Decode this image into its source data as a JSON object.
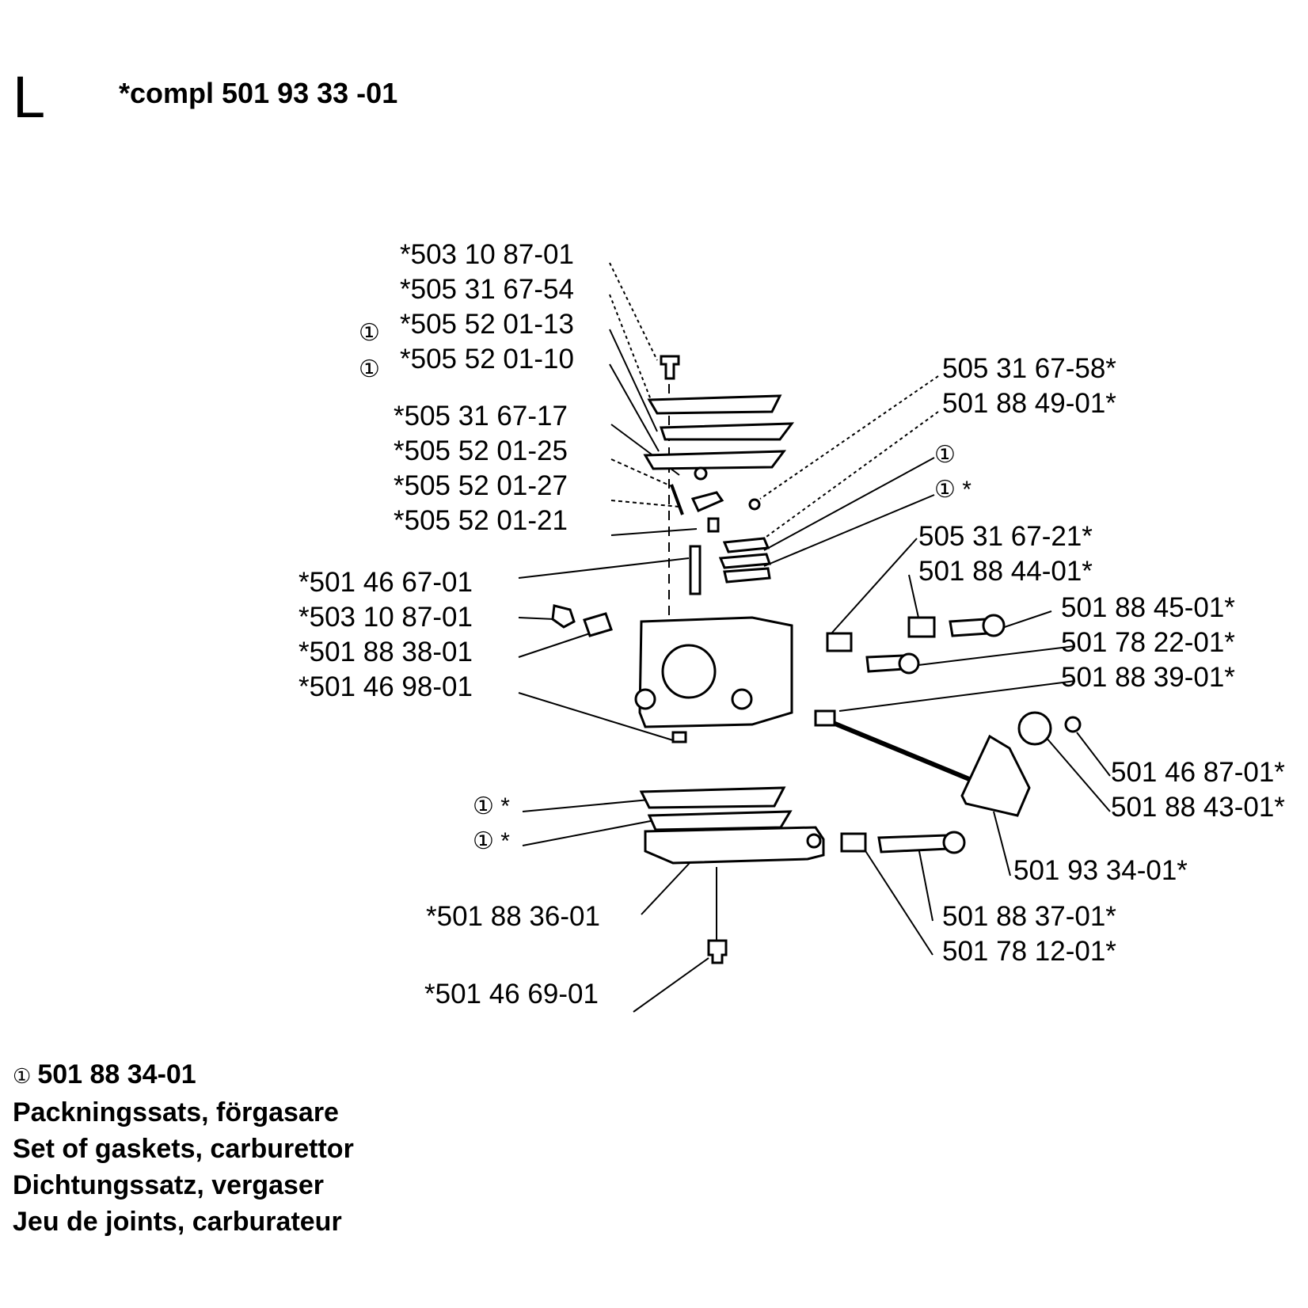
{
  "section": "L",
  "kit_header": "*compl 501 93 33 -01",
  "kit_marker": "①",
  "labels": {
    "p1": "*503 10 87-01",
    "p2": "*505 31 67-54",
    "p3": "*505 52 01-13",
    "p4": "*505 52 01-10",
    "p5": "*505 31 67-17",
    "p6": "*505 52 01-25",
    "p7": "*505 52 01-27",
    "p8": "*505 52 01-21",
    "p9": "*501 46 67-01",
    "p10": "*503 10 87-01",
    "p11": "*501 88 38-01",
    "p12": "*501 46 98-01",
    "p13": "*501 88 36-01",
    "p14": "*501 46 69-01",
    "r1": "505 31 67-58*",
    "r2": "501 88 49-01*",
    "r3": "505 31 67-21*",
    "r4": "501 88 44-01*",
    "r5": "501 88 45-01*",
    "r6": "501 78 22-01*",
    "r7": "501 88 39-01*",
    "r8": "501 46 87-01*",
    "r9": "501 88 43-01*",
    "r10": "501 93 34-01*",
    "r11": "501 88 37-01*",
    "r12": "501 78 12-01*"
  },
  "kit_marks": {
    "m1": "①",
    "m2": "①",
    "m3": "①",
    "m4": "① *",
    "m5": "① *",
    "m6": "① *"
  },
  "legend": {
    "code": "501 88 34-01",
    "lines": [
      "Packningssats, förgasare",
      "Set of gaskets, carburettor",
      "Dichtungssatz, vergaser",
      "Jeu de joints, carburateur"
    ]
  }
}
